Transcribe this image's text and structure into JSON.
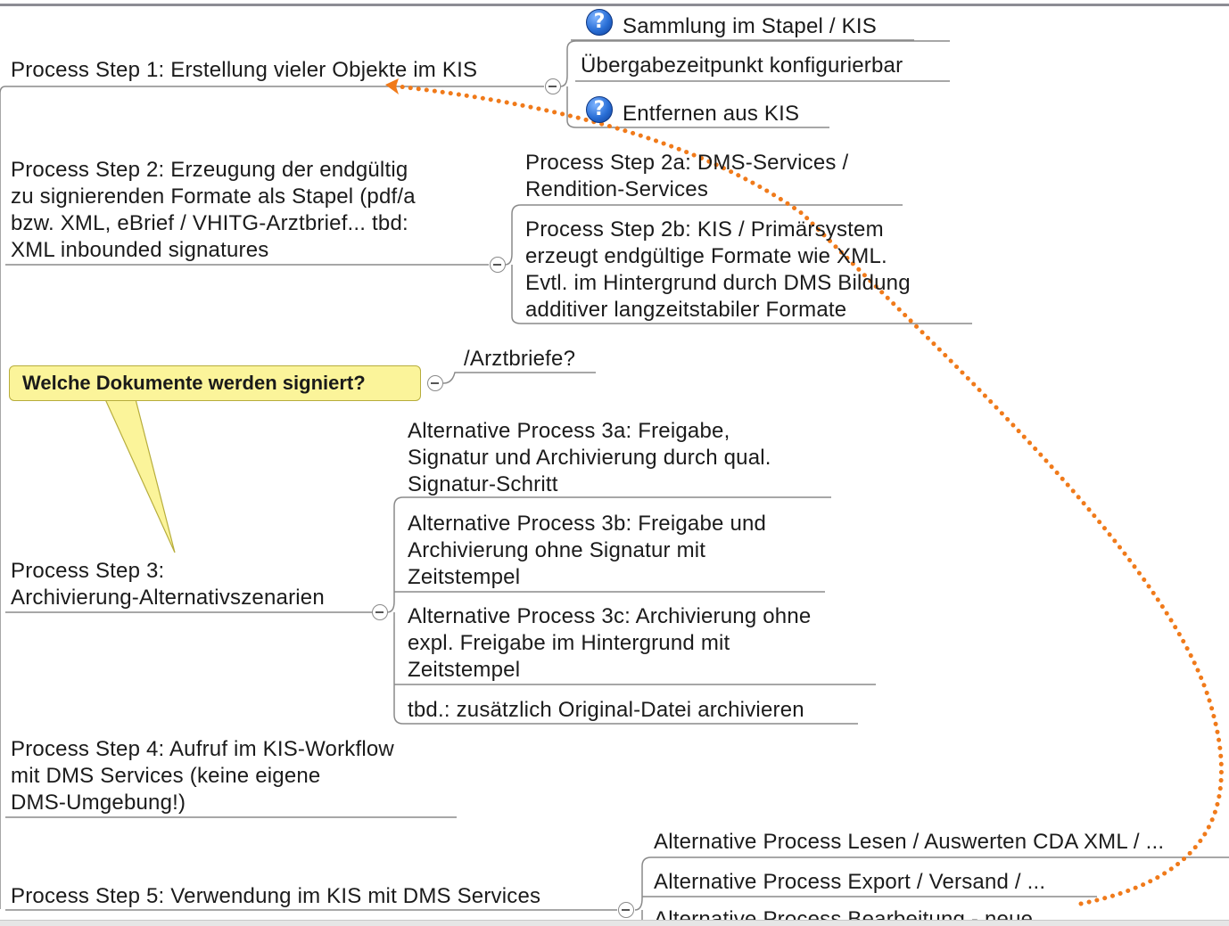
{
  "nodes": {
    "step1": "Process Step 1: Erstellung vieler Objekte im KIS",
    "step1_children": [
      "Sammlung im Stapel / KIS",
      "Übergabezeitpunkt konfigurierbar",
      "Entfernen aus KIS"
    ],
    "step2_lines": [
      "Process Step 2: Erzeugung der endgültig",
      "zu signierenden Formate als Stapel (pdf/a",
      "bzw. XML, eBrief / VHITG-Arztbrief... tbd:",
      "XML inbounded signatures"
    ],
    "step2a_lines": [
      "Process Step 2a: DMS-Services /",
      "Rendition-Services"
    ],
    "step2b_lines": [
      "Process Step 2b: KIS / Primärsystem",
      "erzeugt endgültige Formate wie XML.",
      "Evtl. im Hintergrund durch DMS Bildung",
      "additiver langzeitstabiler Formate"
    ],
    "callout": "Welche Dokumente werden signiert?",
    "callout_child": "/Arztbriefe?",
    "step3_lines": [
      "Process Step 3:",
      "Archivierung-Alternativszenarien"
    ],
    "alt3a_lines": [
      "Alternative Process 3a: Freigabe,",
      "Signatur und Archivierung durch qual.",
      "Signatur-Schritt"
    ],
    "alt3b_lines": [
      "Alternative Process 3b: Freigabe und",
      "Archivierung ohne Signatur mit",
      "Zeitstempel"
    ],
    "alt3c_lines": [
      "Alternative Process 3c: Archivierung ohne",
      "expl. Freigabe im Hintergrund mit",
      "Zeitstempel"
    ],
    "alt3d": "tbd.: zusätzlich Original-Datei archivieren",
    "step4_lines": [
      "Process Step 4: Aufruf im KIS-Workflow",
      "mit DMS Services (keine eigene",
      "DMS-Umgebung!)"
    ],
    "step5": "Process Step 5: Verwendung im KIS mit DMS Services",
    "step5_children": [
      "Alternative Process Lesen / Auswerten CDA XML / ...",
      "Alternative Process Export / Versand / ...",
      "Alternative Process Bearbeitung - neue"
    ]
  },
  "icons": {
    "question": "?",
    "question_icon_name": "help-question-icon"
  },
  "colors": {
    "relationship_arrow": "#f07a1a",
    "callout_fill": "#fbf49a",
    "branch_line": "#8a8a8a",
    "spellcheck_underline": "#d62020"
  }
}
